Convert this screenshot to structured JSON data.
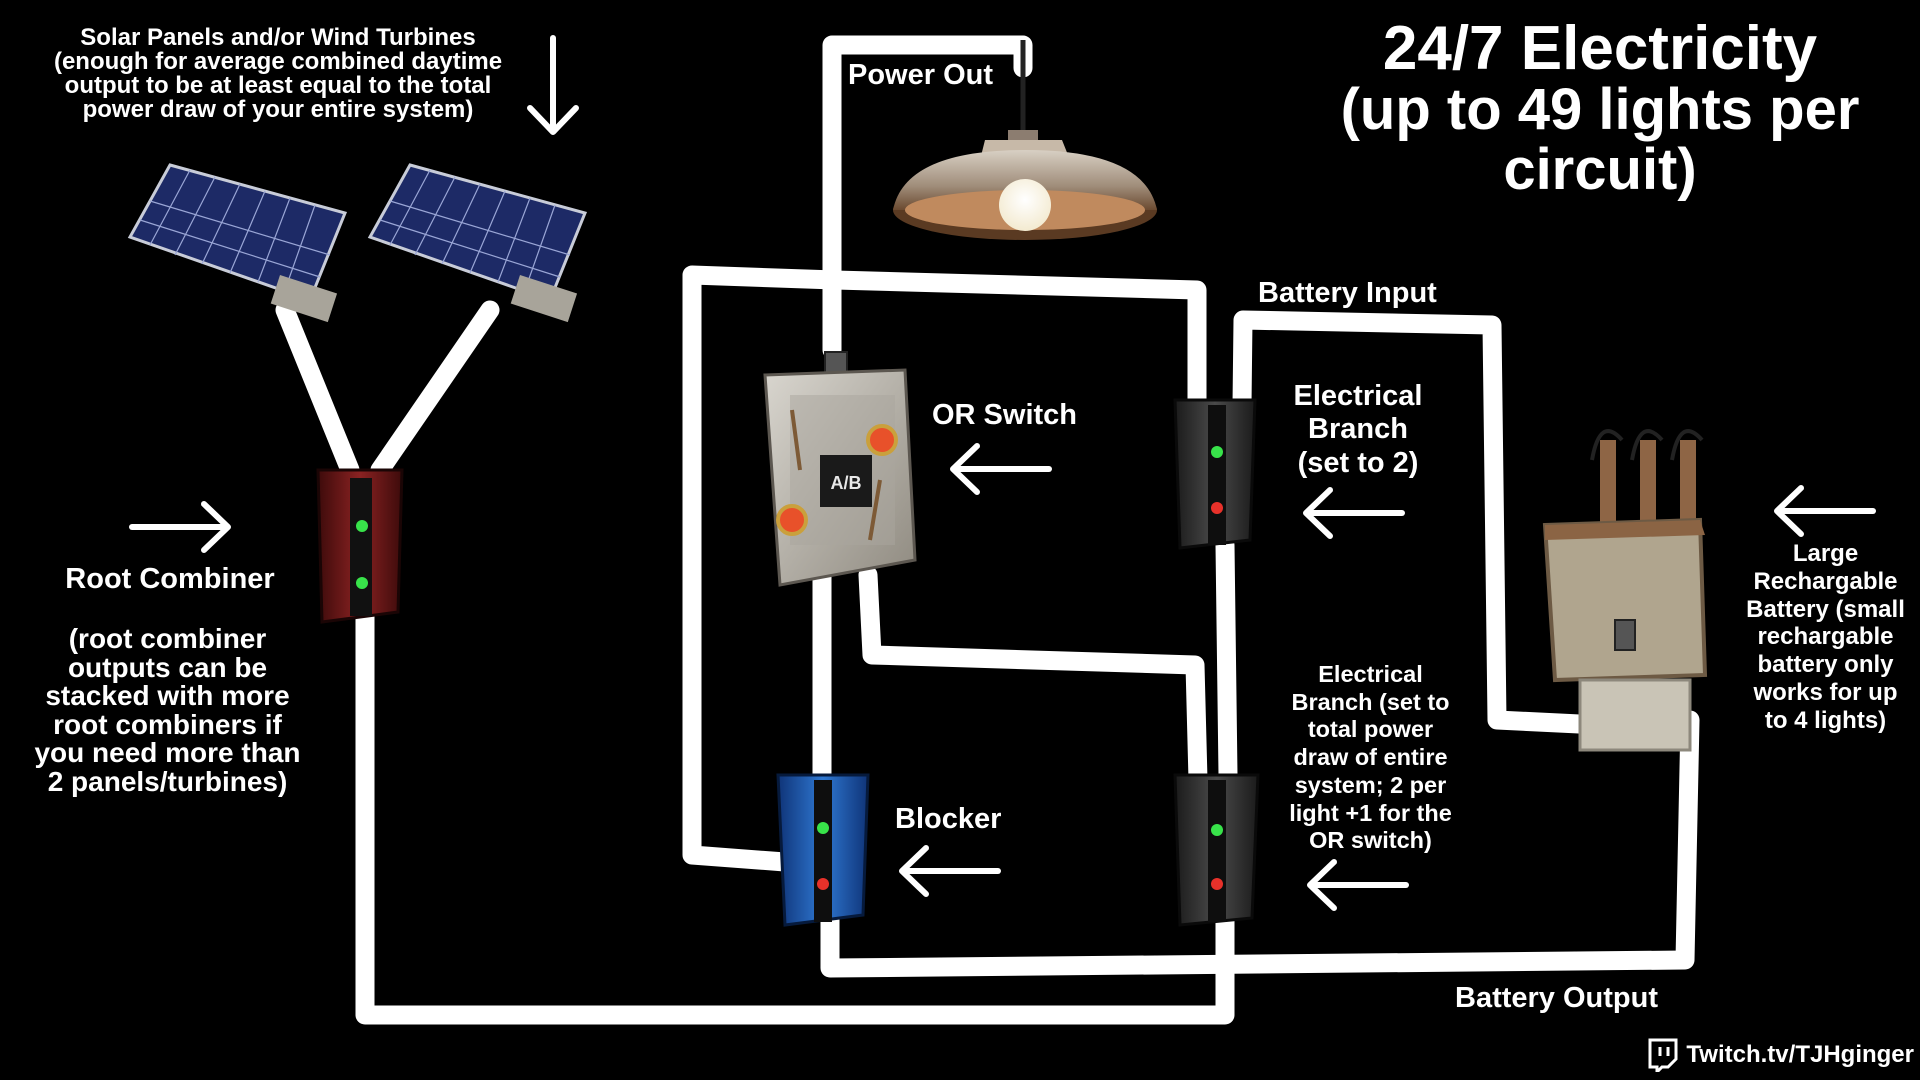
{
  "title": {
    "line1": "24/7 Electricity",
    "line2": "(up to 49 lights per\ncircuit)"
  },
  "labels": {
    "solar_note": "Solar Panels and/or Wind Turbines\n(enough for average combined daytime\noutput to be at least equal to the total\npower draw of your entire system)",
    "root_combiner": "Root Combiner",
    "root_combiner_note": "(root combiner\noutputs can be\nstacked with more\nroot combiners if\nyou need more than\n2 panels/turbines)",
    "power_out": "Power Out",
    "or_switch": "OR Switch",
    "electrical_branch_top": "Electrical\nBranch\n(set to 2)",
    "battery_input": "Battery Input",
    "battery_note": "Large\nRechargable\nBattery (small\nrechargable\nbattery only\nworks for up\nto 4 lights)",
    "electrical_branch_bottom": "Electrical\nBranch (set to\ntotal power\ndraw of entire\nsystem; 2 per\nlight +1 for the\nOR switch)",
    "blocker": "Blocker",
    "battery_output": "Battery Output",
    "credit": "Twitch.tv/TJHginger"
  },
  "or_switch_face": "A/B",
  "icons": {
    "credit_logo": "twitch-icon",
    "arrow": "arrow-left-icon"
  },
  "colors": {
    "background": "#000000",
    "wire": "#ffffff",
    "root_combiner": "#7a1c1c",
    "blocker": "#1f5fb4",
    "branch": "#2e2e2e",
    "led_green": "#38e34a",
    "led_red": "#e8312a",
    "solar_panel": "#1d2a66",
    "battery": "#b0a58e"
  }
}
